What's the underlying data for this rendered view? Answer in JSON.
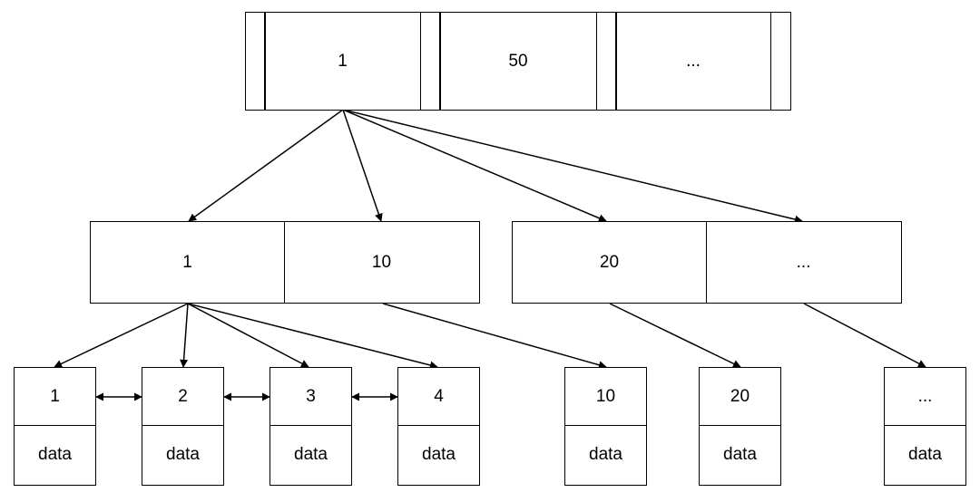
{
  "root": {
    "keys": [
      "1",
      "50",
      "..."
    ]
  },
  "internal_left": {
    "keys": [
      "1",
      "10"
    ]
  },
  "internal_right": {
    "keys": [
      "20",
      "..."
    ]
  },
  "leaves": [
    {
      "key": "1",
      "data": "data"
    },
    {
      "key": "2",
      "data": "data"
    },
    {
      "key": "3",
      "data": "data"
    },
    {
      "key": "4",
      "data": "data"
    },
    {
      "key": "10",
      "data": "data"
    },
    {
      "key": "20",
      "data": "data"
    },
    {
      "key": "...",
      "data": "data"
    }
  ]
}
